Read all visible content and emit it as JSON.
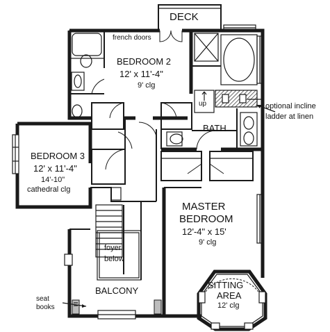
{
  "deck": {
    "label": "DECK"
  },
  "french_doors": {
    "label": "french doors"
  },
  "bedroom2": {
    "name": "BEDROOM 2",
    "size": "12' x 11'-4\"",
    "ceiling": "9' clg"
  },
  "bedroom3": {
    "name": "BEDROOM 3",
    "size": "12' x 11'-4\"",
    "ceiling_line1": "14'-10\"",
    "ceiling_line2": "cathedral clg"
  },
  "bath": {
    "label": "BATH"
  },
  "stair_up": {
    "label": "up"
  },
  "ladder_note": {
    "line1": "optional incline",
    "line2": "ladder at linen"
  },
  "master": {
    "name_line1": "MASTER",
    "name_line2": "BEDROOM",
    "size": "12'-4\" x 15'",
    "ceiling": "9' clg"
  },
  "foyer": {
    "line1": "foyer",
    "line2": "below"
  },
  "balcony": {
    "label": "BALCONY"
  },
  "seat_books": {
    "line1": "seat",
    "line2": "books"
  },
  "sitting": {
    "line1": "SITTING",
    "line2": "AREA",
    "ceiling": "12' clg"
  }
}
